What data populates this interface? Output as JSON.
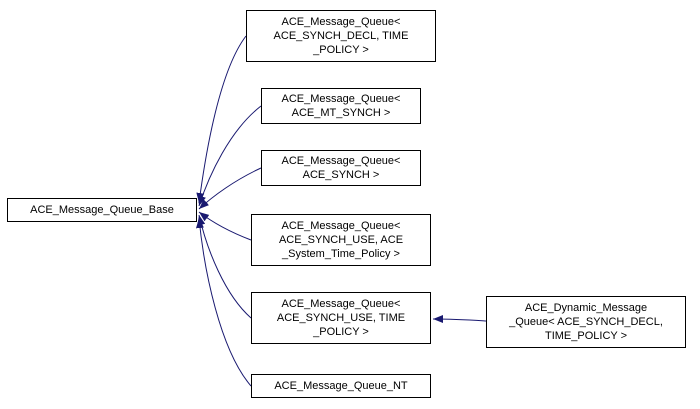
{
  "diagram": {
    "base": {
      "label": "ACE_Message_Queue_Base"
    },
    "derived": [
      {
        "label": "ACE_Message_Queue<\nACE_SYNCH_DECL, TIME\n_POLICY >"
      },
      {
        "label": "ACE_Message_Queue<\nACE_MT_SYNCH >"
      },
      {
        "label": "ACE_Message_Queue<\nACE_SYNCH >"
      },
      {
        "label": "ACE_Message_Queue<\nACE_SYNCH_USE, ACE\n_System_Time_Policy >"
      },
      {
        "label": "ACE_Message_Queue<\nACE_SYNCH_USE, TIME\n_POLICY >"
      },
      {
        "label": "ACE_Message_Queue_NT"
      }
    ],
    "dynamic": {
      "label": "ACE_Dynamic_Message\n_Queue< ACE_SYNCH_DECL,\nTIME_POLICY >"
    }
  },
  "colors": {
    "arrow": "#191970",
    "node_border": "#000000",
    "node_background": "#ffffff",
    "page_background": "#ffffff"
  }
}
